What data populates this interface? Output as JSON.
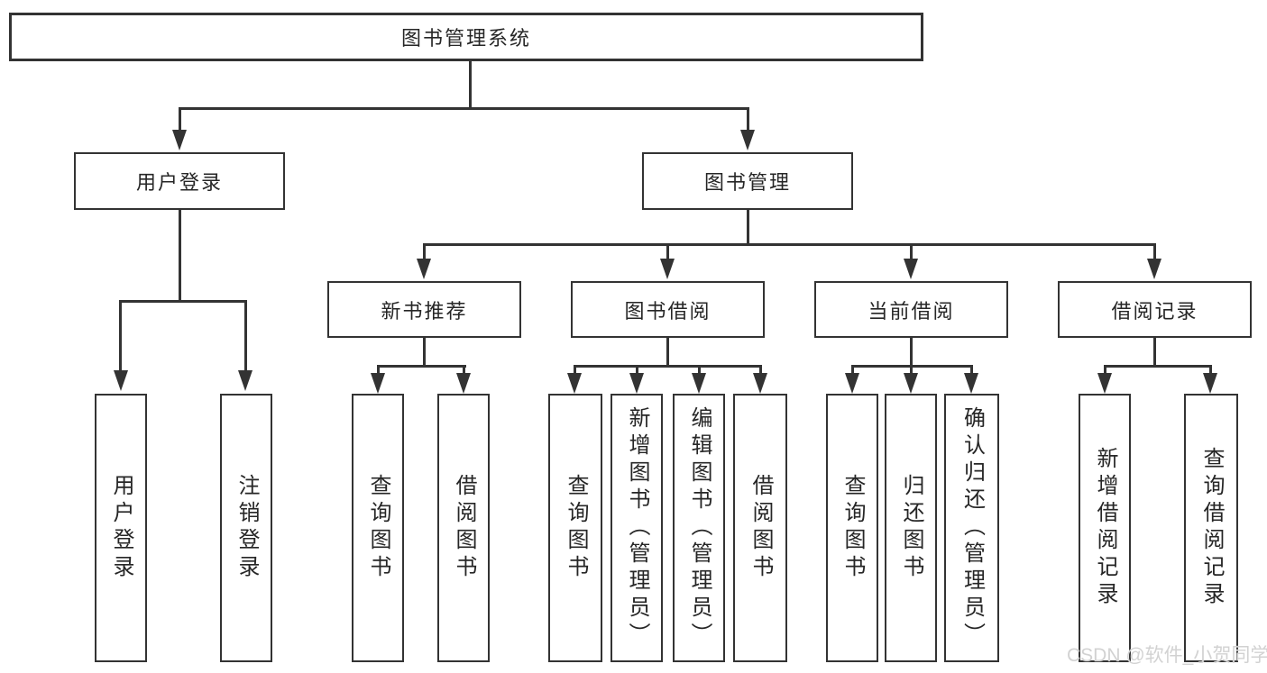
{
  "tree": {
    "label": "图书管理系统",
    "children": [
      {
        "label": "用户登录",
        "children": [
          {
            "label": "用户登录"
          },
          {
            "label": "注销登录"
          }
        ]
      },
      {
        "label": "图书管理",
        "children": [
          {
            "label": "新书推荐",
            "children": [
              {
                "label": "查询图书"
              },
              {
                "label": "借阅图书"
              }
            ]
          },
          {
            "label": "图书借阅",
            "children": [
              {
                "label": "查询图书"
              },
              {
                "label": "新增图书（管理员）"
              },
              {
                "label": "编辑图书（管理员）"
              },
              {
                "label": "借阅图书"
              }
            ]
          },
          {
            "label": "当前借阅",
            "children": [
              {
                "label": "查询图书"
              },
              {
                "label": "归还图书"
              },
              {
                "label": "确认归还（管理员）"
              }
            ]
          },
          {
            "label": "借阅记录",
            "children": [
              {
                "label": "新增借阅记录"
              },
              {
                "label": "查询借阅记录"
              }
            ]
          }
        ]
      }
    ]
  },
  "watermark": {
    "text": "CSDN @软件_小贺同学"
  },
  "colors": {
    "line": "#333333",
    "text": "#262626",
    "background": "#ffffff",
    "watermark": "#d2d2d2"
  }
}
